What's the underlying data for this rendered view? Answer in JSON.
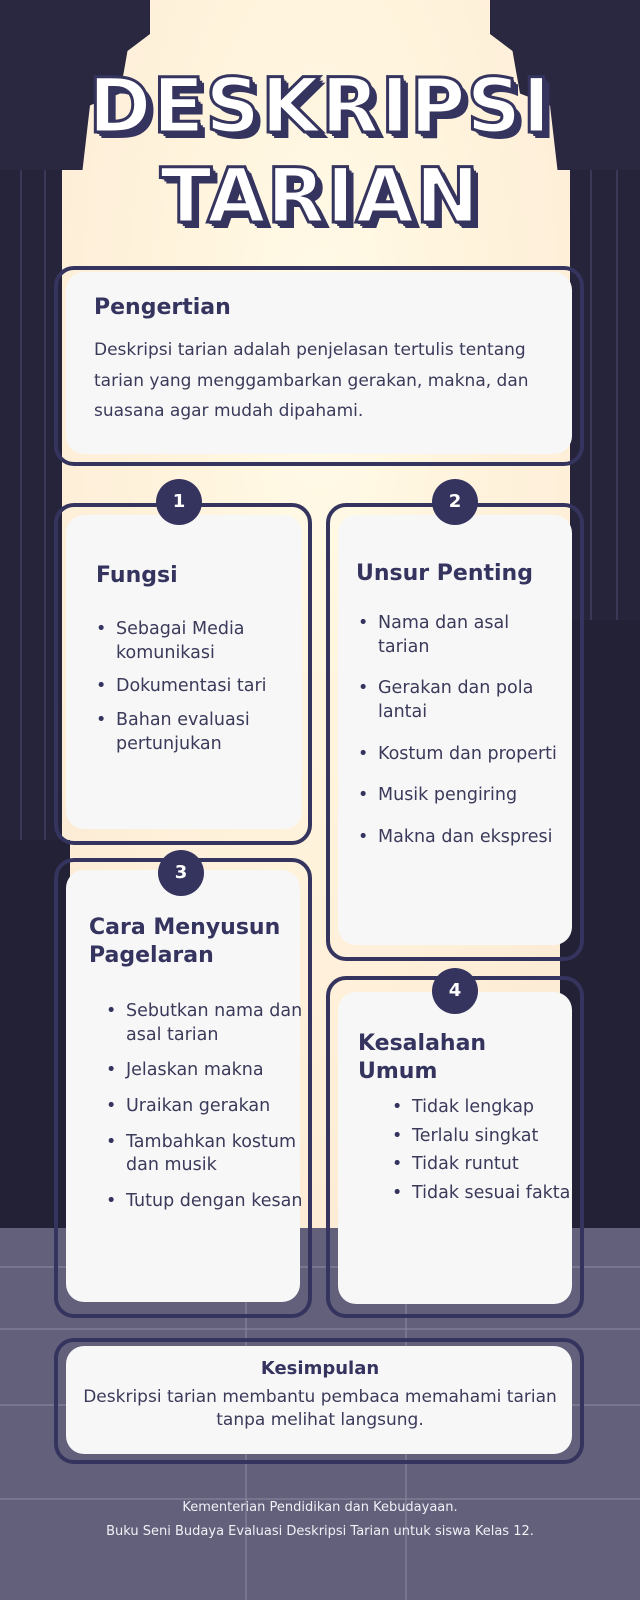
{
  "title": {
    "line1": "DESKRIPSI",
    "line2": "TARIAN"
  },
  "pengertian": {
    "heading": "Pengertian",
    "text": "Deskripsi tarian adalah penjelasan tertulis tentang tarian yang menggambarkan gerakan, makna, dan suasana agar mudah dipahami."
  },
  "sections": [
    {
      "number": "1",
      "heading": "Fungsi",
      "items": [
        "Sebagai Media komunikasi",
        "Dokumentasi tari",
        "Bahan evaluasi pertunjukan"
      ]
    },
    {
      "number": "2",
      "heading": "Unsur Penting",
      "items": [
        "Nama dan asal tarian",
        "Gerakan dan pola lantai",
        "Kostum dan properti",
        "Musik pengiring",
        "Makna dan ekspresi"
      ]
    },
    {
      "number": "3",
      "heading": "Cara Menyusun Pagelaran",
      "items": [
        "Sebutkan nama dan asal tarian",
        "Jelaskan makna",
        "Uraikan gerakan",
        "Tambahkan kostum dan musik",
        "Tutup dengan kesan"
      ]
    },
    {
      "number": "4",
      "heading": "Kesalahan Umum",
      "items": [
        "Tidak lengkap",
        "Terlalu singkat",
        "Tidak runtut",
        "Tidak sesuai fakta"
      ]
    }
  ],
  "kesimpulan": {
    "heading": "Kesimpulan",
    "text": "Deskripsi tarian membantu pembaca memahami tarian tanpa melihat langsung."
  },
  "footer": {
    "line1": "Kementerian Pendidikan dan Kebudayaan.",
    "line2": "Buku Seni Budaya Evaluasi Deskripsi Tarian untuk siswa Kelas 12."
  },
  "colors": {
    "accent": "#35345f",
    "card": "#f8f7f8",
    "stage": "#26243a",
    "floor": "#62607a"
  }
}
